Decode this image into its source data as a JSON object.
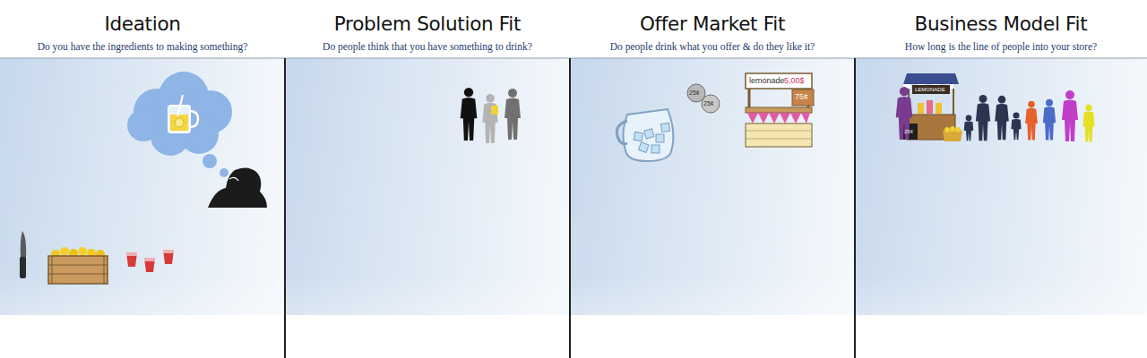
{
  "diagram": {
    "nodes": [
      {
        "text": [
          "Ideation",
          "Do you have the ingredients to making something?"
        ]
      },
      {
        "text": [
          "Problem Solution Fit",
          "Do people think that you have something to drink?"
        ]
      },
      {
        "text": [
          "Offer Market Fit",
          "Do people drink what you offer & do they like it?"
        ]
      },
      {
        "text": [
          "Business Model Fit",
          "How long is the line of people into your store?"
        ]
      }
    ],
    "labels": [
      "lemonade",
      "5,00$",
      "75¢",
      "25¢",
      "25¢",
      "LEMONADE",
      "25¢"
    ]
  }
}
